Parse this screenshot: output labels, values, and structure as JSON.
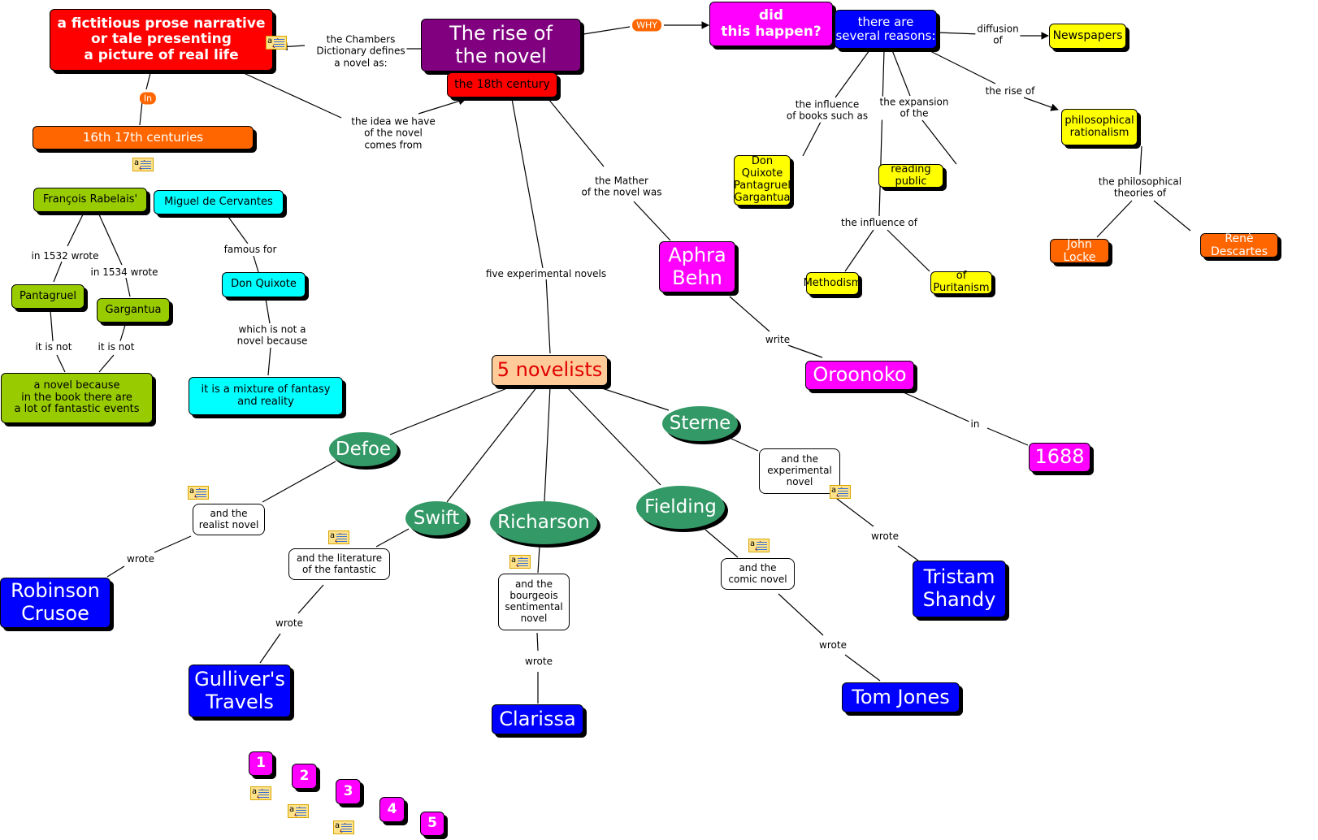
{
  "colors": {
    "red": "#ff0000",
    "purple": "#800080",
    "magenta": "#ff00ff",
    "blue": "#0000ff",
    "yellow": "#ffff00",
    "orange": "#ff6600",
    "olive": "#99cc00",
    "cyan": "#00ffff",
    "green_ellipse": "#339966",
    "peach": "#ffcc99"
  },
  "nodes": {
    "definition": "a fictitious prose narrative\nor tale presenting\na picture of real life",
    "rise": "The rise of\nthe novel",
    "century18": "the 18th century",
    "did": "did\nthis happen?",
    "reasons": "there are\nseveral reasons:",
    "newspapers": "Newspapers",
    "philosophical": "philosophical\nrationalism",
    "donquixote_books": "Don Quixote\nPantagruel\nGargantua",
    "reading_public": "reading public",
    "methodism": "Methodism",
    "puritanism": "of Puritanism",
    "locke": "John Locke",
    "descartes": "Renè Descartes",
    "centuries": "16th 17th centuries",
    "rabelais": "François Rabelais'",
    "cervantes": "Miguel de Cervantes",
    "pantagruel": "Pantagruel",
    "gargantua": "Gargantua",
    "donquixote": "Don Quixote",
    "not_novel": "a novel because\nin the book there are\na lot of fantastic events",
    "mixture": "it is a mixture of fantasy\nand reality",
    "aphra": "Aphra\nBehn",
    "oroonoko": "Oroonoko",
    "year1688": "1688",
    "novelists": "5 novelists",
    "defoe": "Defoe",
    "swift": "Swift",
    "richarson": "Richarson",
    "fielding": "Fielding",
    "sterne": "Sterne",
    "realist": "and the\nrealist novel",
    "fantastic": "and the literature\nof the fantastic",
    "bourgeois": "and the\nbourgeois\nsentimental\nnovel",
    "comic": "and the\ncomic novel",
    "experimental": "and the\nexperimental\nnovel",
    "robinson": "Robinson\nCrusoe",
    "gulliver": "Gulliver's\nTravels",
    "clarissa": "Clarissa",
    "tomjones": "Tom Jones",
    "tristram": "Tristam\nShandy",
    "n1": "1",
    "n2": "2",
    "n3": "3",
    "n4": "4",
    "n5": "5"
  },
  "labels": {
    "chambers": "the Chambers\nDictionary defines\na novel as:",
    "in": "In",
    "idea": "the idea we have\nof the novel\ncomes from",
    "why": "WHY",
    "diffusion": "diffusion\nof",
    "influence_books": "the influence\nof books such as",
    "expansion": "the expansion\nof the",
    "rise_of": "the rise of",
    "influence_of": "the influence of",
    "philo_theories": "the philosophical\ntheories of",
    "mather": "the Mather\nof the novel was",
    "five_exp": "five experimental novels",
    "write": "write",
    "in_year": "in",
    "y1532": "in 1532 wrote",
    "y1534": "in 1534 wrote",
    "famous": "famous for",
    "notnovel": "which is not a\nnovel because",
    "itisnot1": "it is not",
    "itisnot2": "it is not",
    "wrote_robinson": "wrote",
    "wrote_gulliver": "wrote",
    "wrote_clarissa": "wrote",
    "wrote_tom": "wrote",
    "wrote_tristram": "wrote"
  },
  "note_icon": {
    "glyph": "a",
    "name": "annotation-note-icon"
  }
}
